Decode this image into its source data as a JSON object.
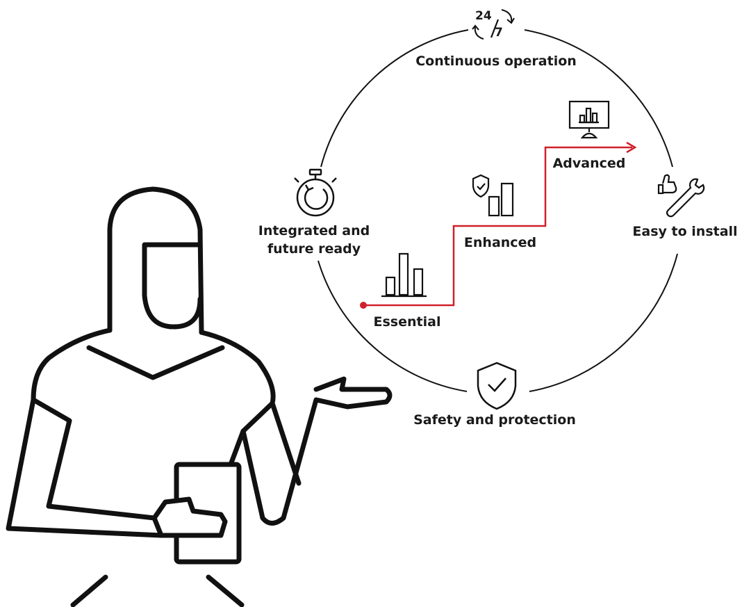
{
  "labels": {
    "top": "Continuous operation",
    "left_line1": "Integrated and",
    "left_line2": "future ready",
    "right": "Easy to install",
    "bottom": "Safety and protection"
  },
  "icon_247": {
    "top": "24",
    "bottom": "7"
  },
  "steps": [
    {
      "label": "Essential"
    },
    {
      "label": "Enhanced"
    },
    {
      "label": "Advanced"
    }
  ],
  "colors": {
    "stroke": "#111111",
    "accent": "#d0202a",
    "background": "#ffffff"
  },
  "icons": {
    "top": "clock-24-7-icon",
    "left": "stopwatch-icon",
    "right": "thumbs-up-wrench-icon",
    "bottom": "shield-check-icon",
    "essential": "bar-chart-icon",
    "enhanced": "shield-chart-icon",
    "advanced": "monitor-chart-icon",
    "figure": "woman-with-tablet-illustration"
  }
}
